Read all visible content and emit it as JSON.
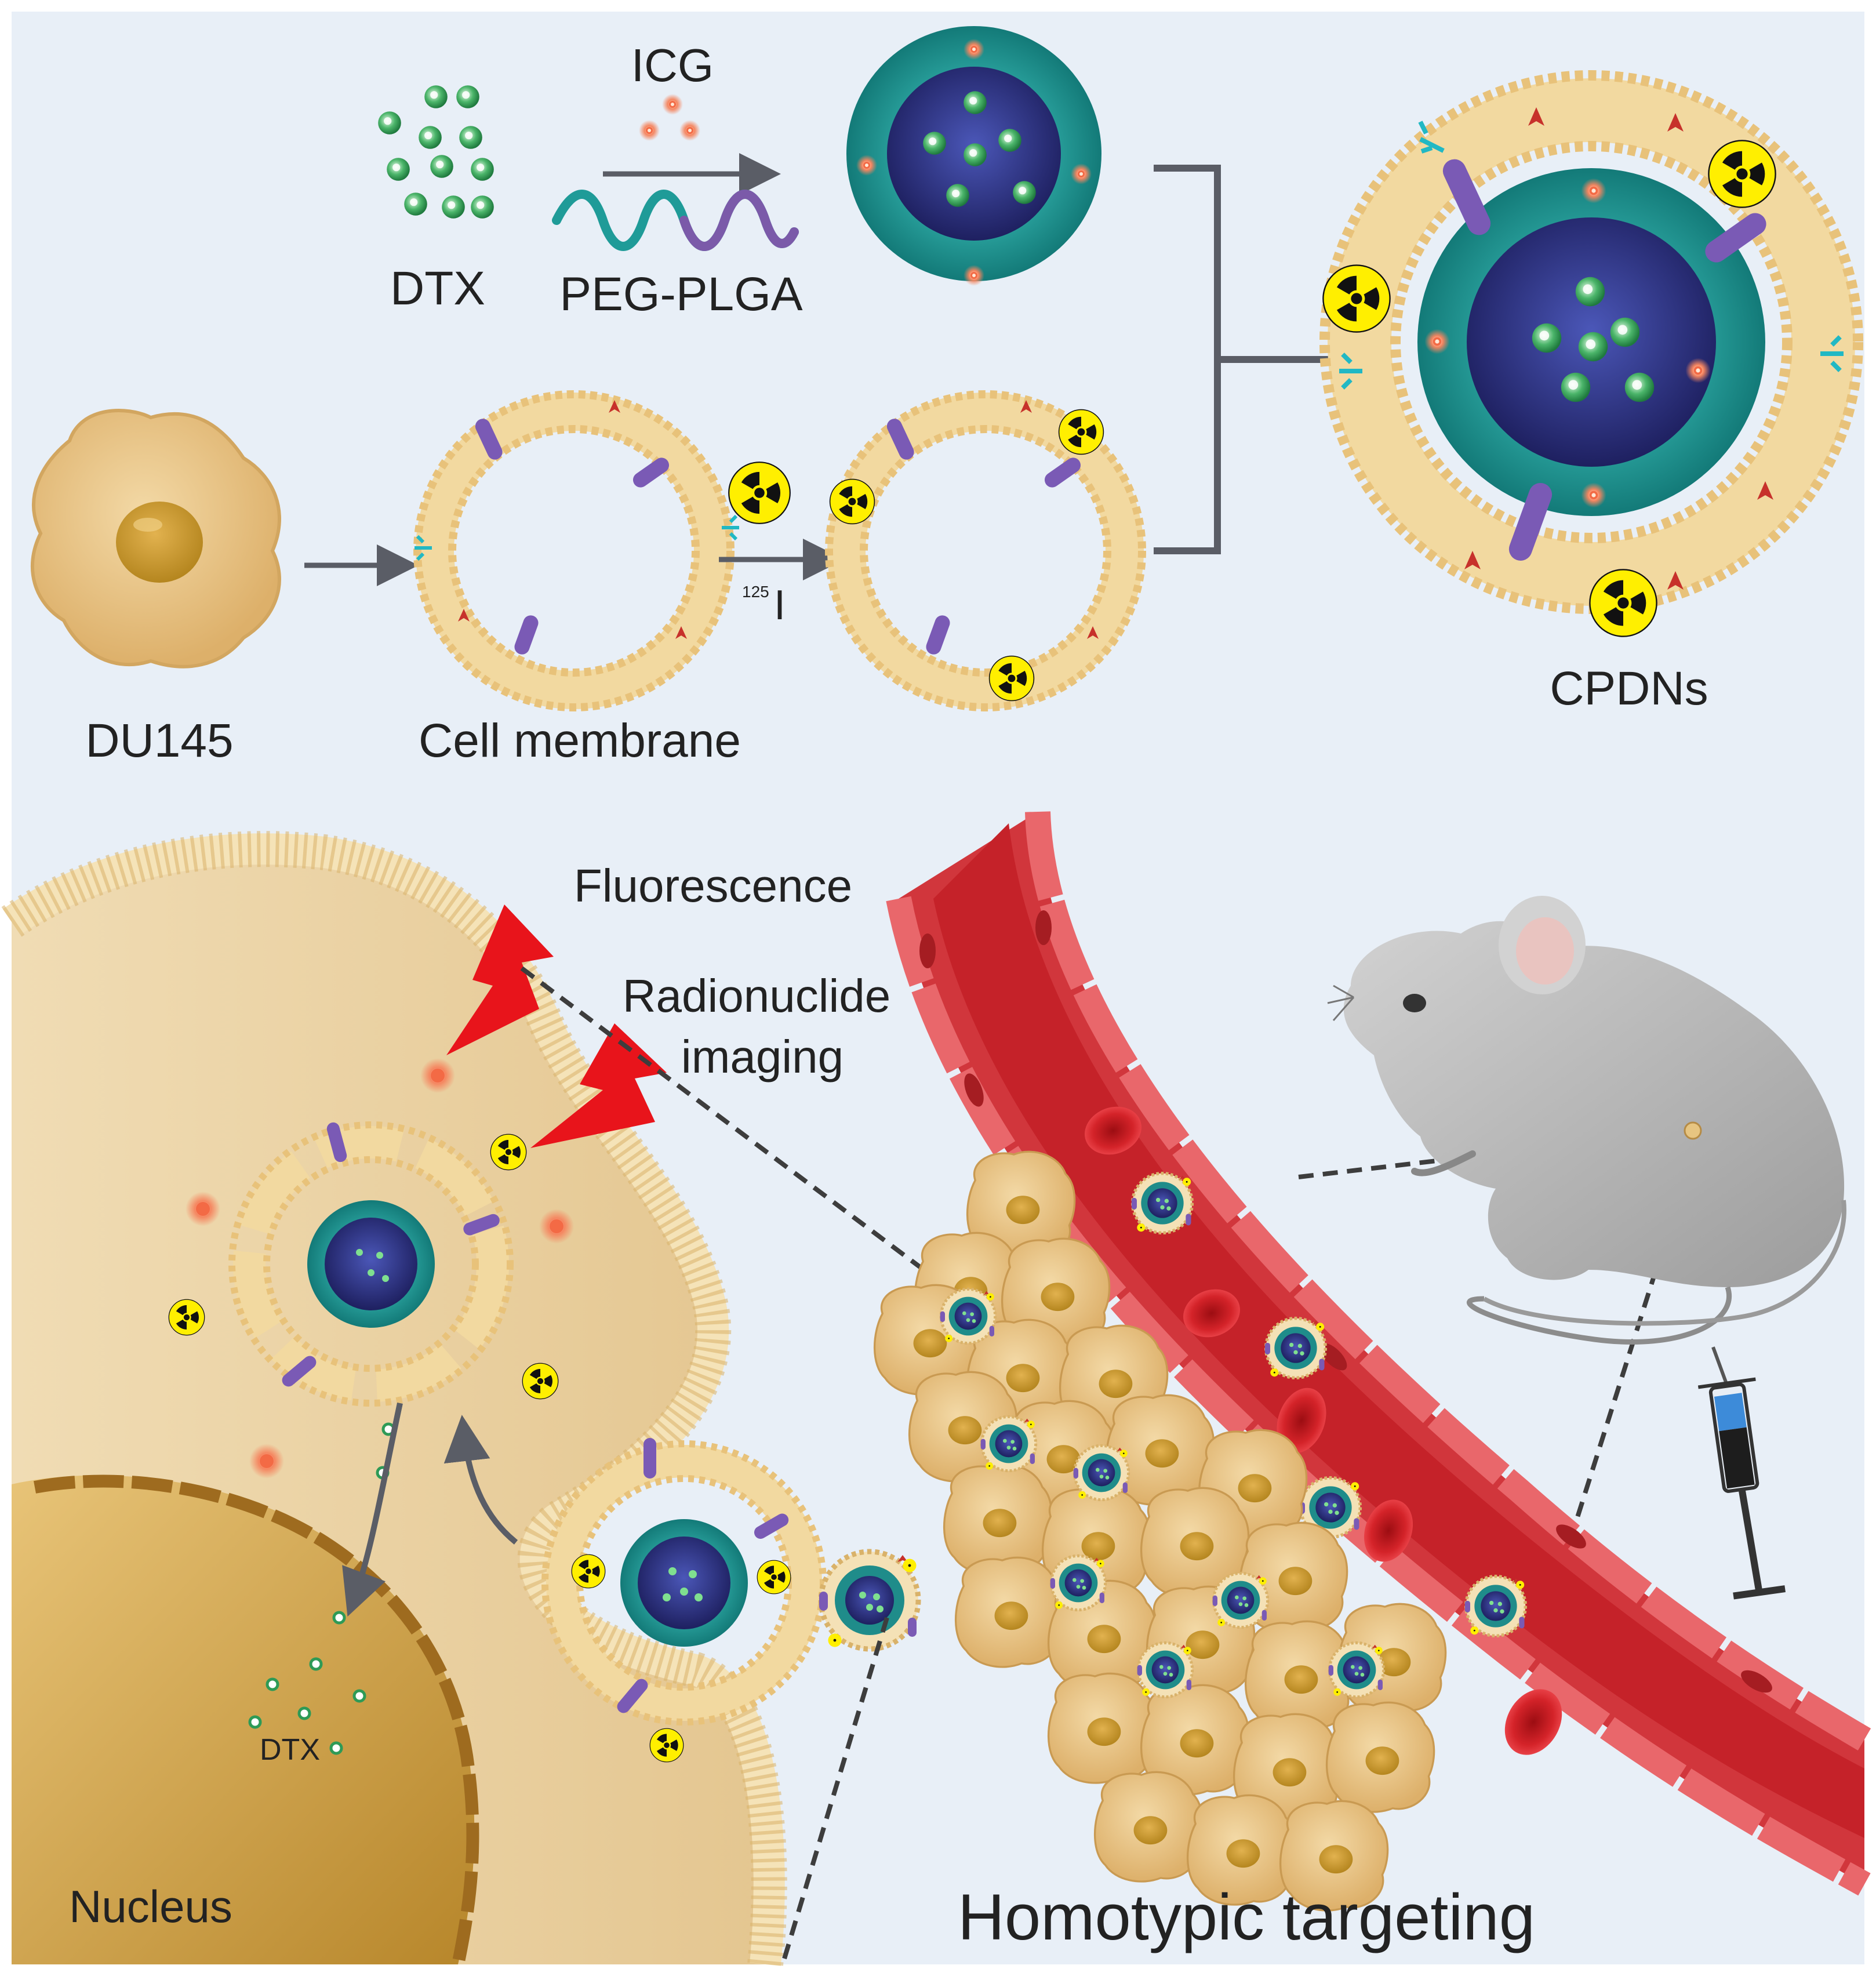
{
  "labels": {
    "icg": "ICG",
    "dtx": "DTX",
    "peg_plga": "PEG-PLGA",
    "du145": "DU145",
    "cell_membrane": "Cell membrane",
    "iodine_mass": "125",
    "iodine_symbol": "I",
    "cpdns": "CPDNs",
    "fluorescence": "Fluorescence",
    "radionuclide_line1": "Radionuclide",
    "radionuclide_line2": "imaging",
    "nucleus": "Nucleus",
    "dtx_small": "DTX",
    "homotypic": "Homotypic targeting"
  },
  "colors": {
    "background": "#e8eff7",
    "core_blue": "#2b2f7a",
    "shell_teal": "#1f8c8a",
    "membrane_gold": "#f2d9a0",
    "cell_tan": "#e7c581",
    "nucleus_gold": "#c79a3a",
    "vessel_red": "#c8232d",
    "rbc_red": "#d41e23",
    "radiation_yellow": "#ffef00",
    "drug_green": "#2e9a56",
    "icg_orange": "#f26a4a",
    "mouse_grey": "#b9b9b9",
    "arrow_grey": "#5a5d66"
  },
  "icons": [
    "radiation-icon",
    "lightning-icon",
    "syringe-icon",
    "mouse-icon",
    "red-blood-cell-icon"
  ]
}
